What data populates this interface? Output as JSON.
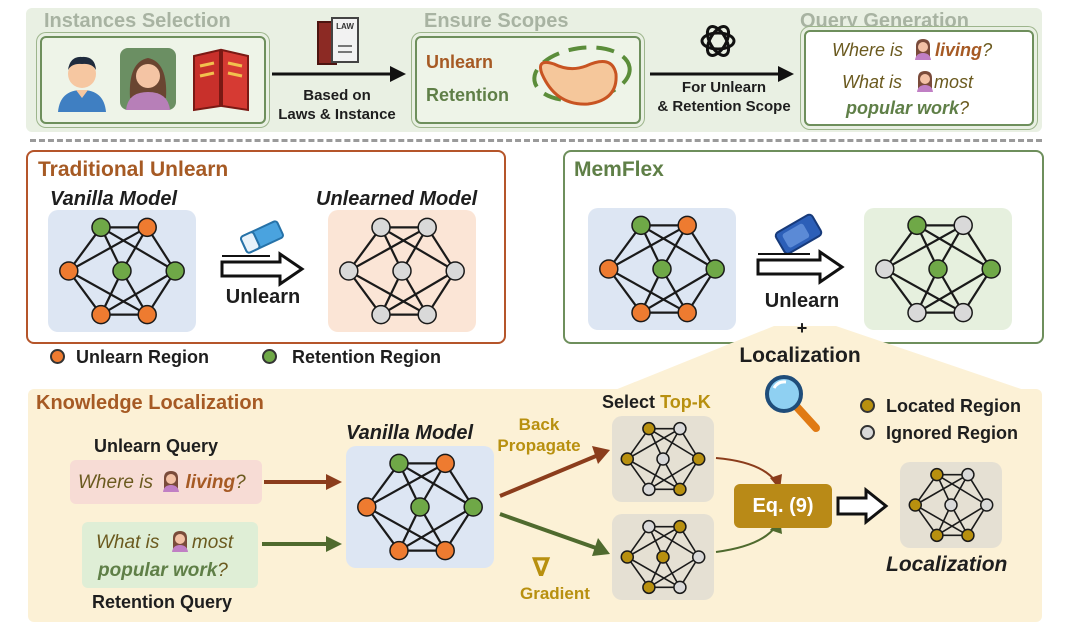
{
  "top": {
    "instances_selection": "Instances Selection",
    "ensure_scopes": "Ensure Scopes",
    "query_generation": "Query Generation",
    "based_on": "Based on",
    "laws_instance": "Laws & Instance",
    "law_label": "LAW",
    "unlearn": "Unlearn",
    "retention": "Retention",
    "for_unlearn": "For Unlearn",
    "retention_scope": "& Retention Scope",
    "q1_pre": "Where is",
    "q1_post": "living",
    "q1_end": "?",
    "q2_pre": "What is",
    "q2_mid": "most",
    "q2_post": "popular work",
    "q2_end": "?"
  },
  "traditional": {
    "title": "Traditional Unlearn",
    "vanilla": "Vanilla Model",
    "unlearned": "Unlearned Model",
    "arrow_label": "Unlearn"
  },
  "memflex": {
    "title": "MemFlex",
    "arrow_label": "Unlearn",
    "plus": "+",
    "localization": "Localization"
  },
  "legend": {
    "unlearn_region": "Unlearn Region",
    "retention_region": "Retention Region",
    "located_region": "Located Region",
    "ignored_region": "Ignored Region"
  },
  "knowledge": {
    "title": "Knowledge Localization",
    "unlearn_query": "Unlearn Query",
    "retention_query": "Retention Query",
    "q1_pre": "Where is",
    "q1_post": "living",
    "q1_end": "?",
    "q2_pre": "What is",
    "q2_mid": "most",
    "q2_post": "popular work",
    "q2_end": "?",
    "vanilla": "Vanilla Model",
    "back": "Back",
    "propagate": "Propagate",
    "nabla": "∇",
    "gradient": "Gradient",
    "select": "Select",
    "topk": "Top-K",
    "eq": "Eq. (9)",
    "localization": "Localization"
  },
  "colors": {
    "orange": "#ee7b30",
    "green": "#6fa847",
    "gray": "#d9d9d9",
    "gold": "#b8900f",
    "brown": "#a65a24"
  }
}
